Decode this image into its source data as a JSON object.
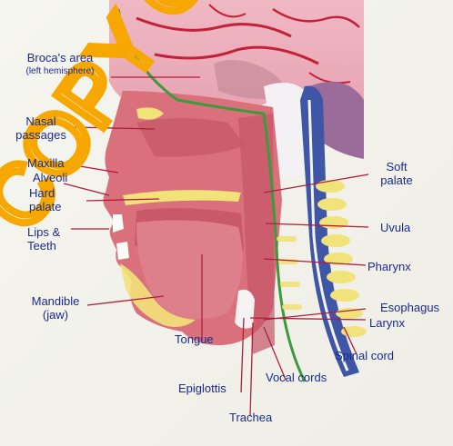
{
  "labels": {
    "brocas_area": "Broca's area",
    "brocas_area_sub": "(left hemisphere)",
    "nasal": "Nasal",
    "passages": "passages",
    "maxilla": "Maxilla",
    "alveoli": "Alveoli",
    "hard": "Hard",
    "palate": "palate",
    "lips": "Lips &",
    "teeth": "Teeth",
    "mandible": "Mandible",
    "jaw": "(jaw)",
    "tongue": "Tongue",
    "epiglottis": "Epiglottis",
    "trachea": "Trachea",
    "vocal_cords": "Vocal cords",
    "spinal_cord": "Spinal cord",
    "soft": "Soft",
    "soft_palate": "palate",
    "uvula": "Uvula",
    "pharynx": "Pharynx",
    "esophagus": "Esophagus",
    "larynx": "Larynx"
  },
  "watermark": "COPY OF",
  "colors": {
    "label_text": "#1b2a8c",
    "leader_line": "#b01e3c",
    "tissue": "#d9707c",
    "tissue_dark": "#c95c6b",
    "bone_yellow": "#f2e27a",
    "spine_blue": "#3f56a6",
    "brain_pink": "#e9a9b6",
    "watermark": "#f6a800"
  }
}
